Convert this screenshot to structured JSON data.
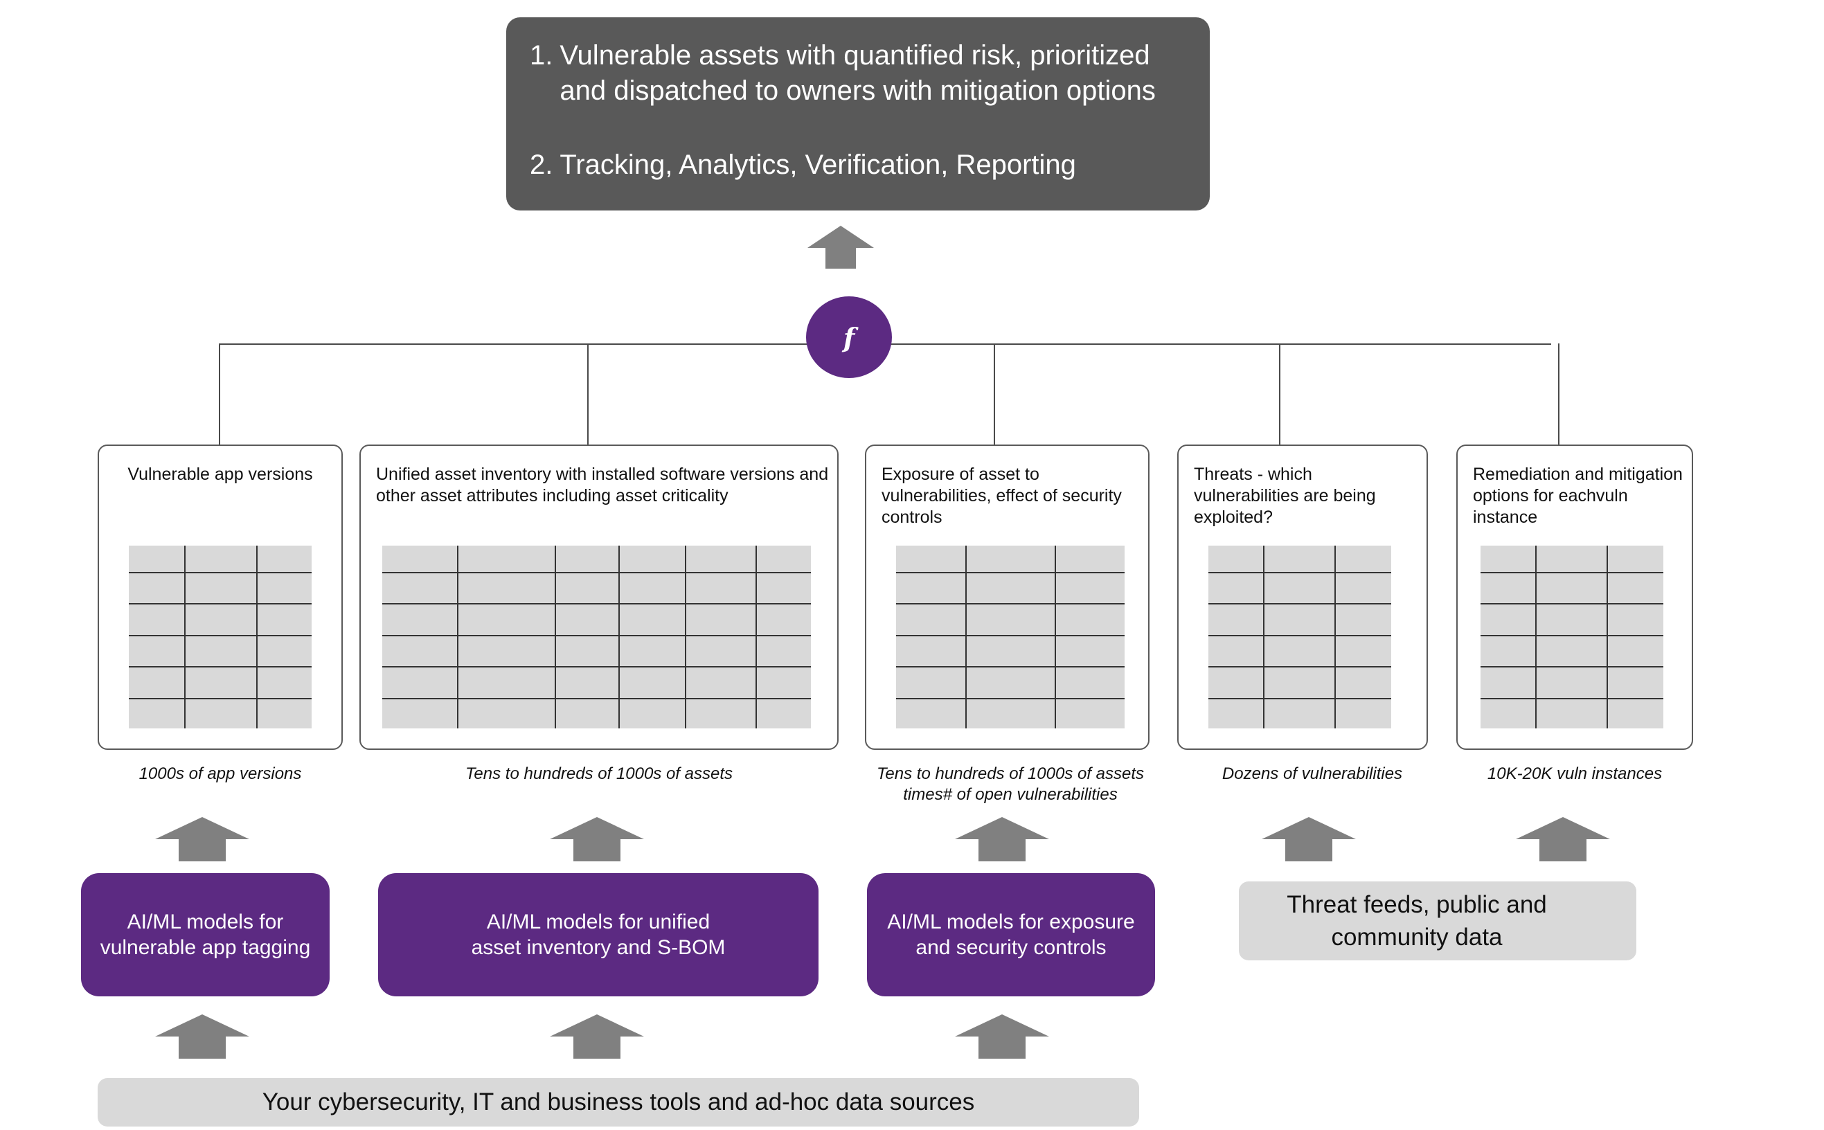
{
  "output": {
    "item1_number": "1.",
    "item1_text": "Vulnerable assets with quantified risk, prioritized and dispatched to owners with mitigation options",
    "item2_number": "2.",
    "item2_text": "Tracking, Analytics, Verification, Reporting"
  },
  "function_symbol": "f",
  "cards": [
    {
      "title": "Vulnerable app versions",
      "caption": "1000s of app versions"
    },
    {
      "title": "Unified asset inventory with installed software versions and other asset attributes including asset criticality",
      "caption": "Tens to hundreds of 1000s of assets"
    },
    {
      "title": "Exposure of asset to vulnerabilities, effect of security controls",
      "caption": "Tens to hundreds of 1000s of assets times# of open vulnerabilities"
    },
    {
      "title": "Threats - which vulnerabilities are being exploited?",
      "caption": "Dozens of vulnerabilities"
    },
    {
      "title": "Remediation and mitigation options for eachvuln instance",
      "caption": "10K-20K vuln instances"
    }
  ],
  "models": [
    {
      "label": "AI/ML models for vulnerable app tagging"
    },
    {
      "label": "AI/ML models for unified asset inventory and S-BOM"
    },
    {
      "label": "AI/ML models for exposure and security controls"
    }
  ],
  "threat_feeds": "Threat feeds, public and community data",
  "data_sources": "Your cybersecurity, IT and business tools and ad-hoc data sources",
  "colors": {
    "output_box": "#595959",
    "purple": "#5c2a82",
    "light_gray": "#d9d9d9",
    "arrow": "#808080"
  }
}
